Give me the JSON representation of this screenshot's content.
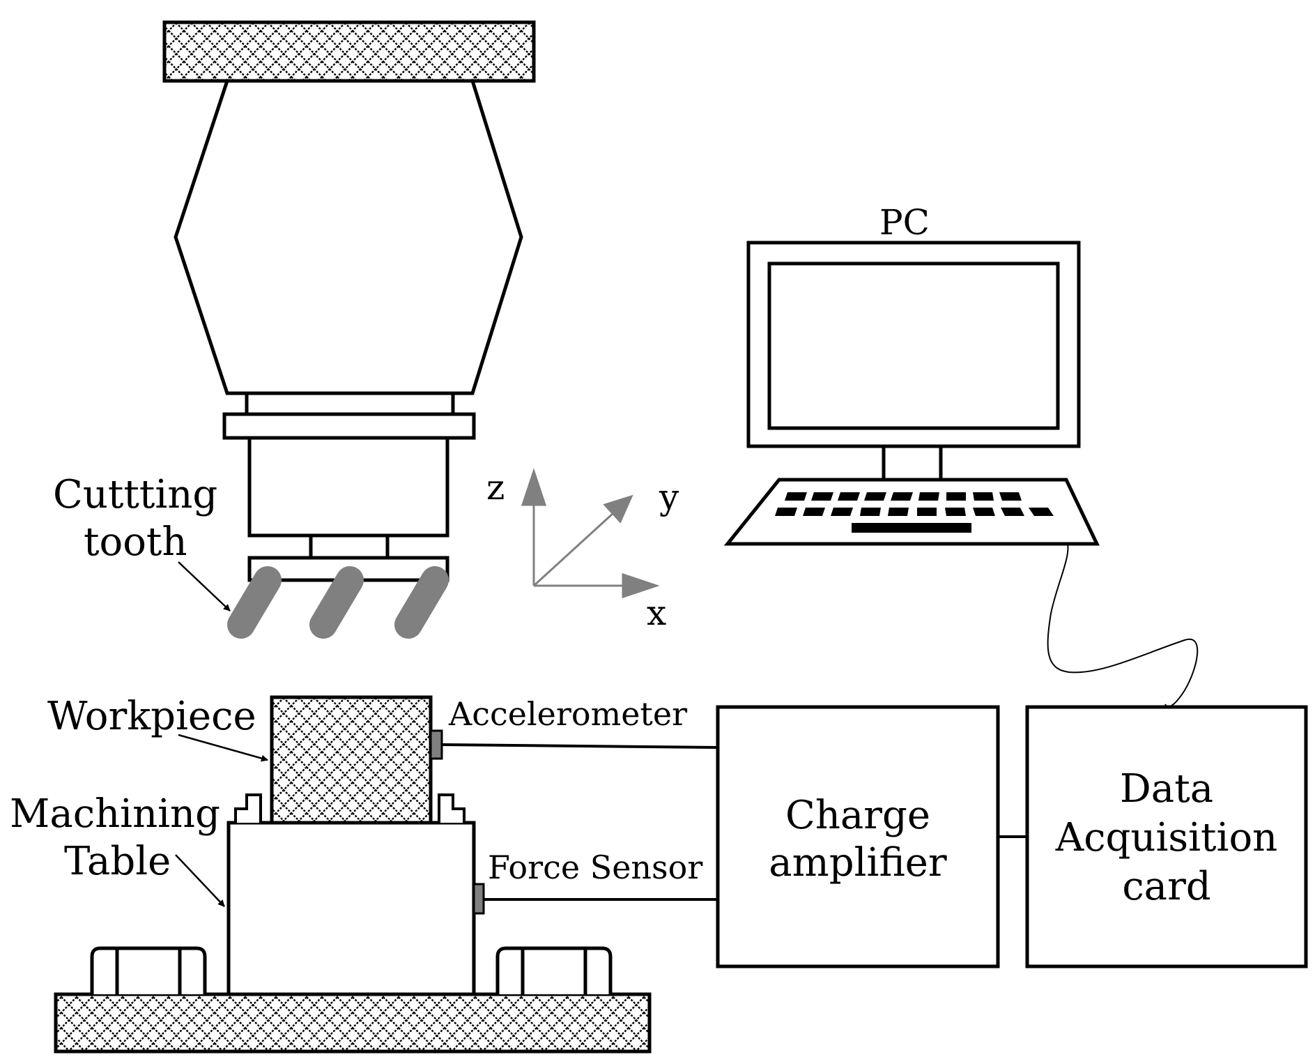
{
  "labels": {
    "pc": "PC",
    "cutting_tooth_line1": "Cuttting",
    "cutting_tooth_line2": "tooth",
    "axis_z": "z",
    "axis_y": "y",
    "axis_x": "x",
    "workpiece": "Workpiece",
    "accelerometer": "Accelerometer",
    "machining_table_line1": "Machining",
    "machining_table_line2": "Table",
    "force_sensor": "Force Sensor",
    "charge_amplifier_line1": "Charge",
    "charge_amplifier_line2": "amplifier",
    "daq_line1": "Data",
    "daq_line2": "Acquisition",
    "daq_line3": "card"
  },
  "colors": {
    "stroke": "#000000",
    "tooth": "#808080",
    "axis": "#808080",
    "sensor": "#808080"
  }
}
